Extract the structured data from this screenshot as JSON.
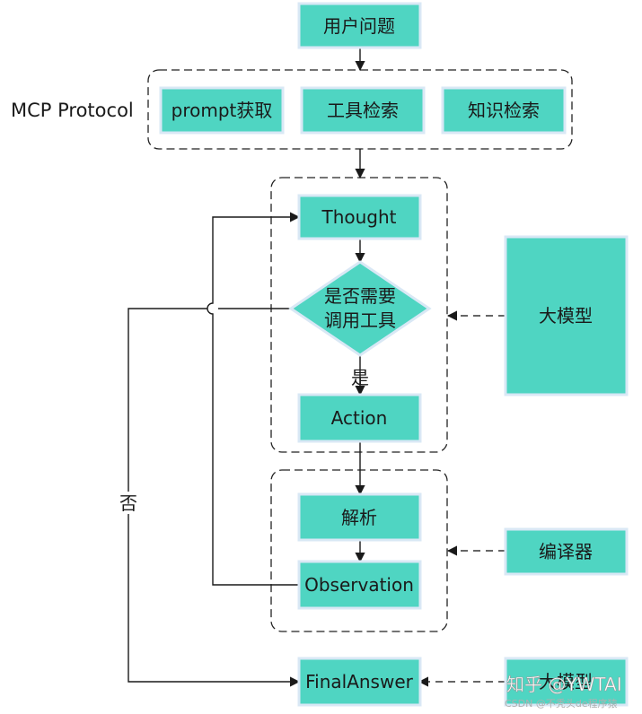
{
  "nodes": {
    "user_question": "用户问题",
    "prompt_fetch": "prompt获取",
    "tool_search": "工具检索",
    "knowledge_search": "知识检索",
    "thought": "Thought",
    "decision_line1": "是否需要",
    "decision_line2": "调用工具",
    "action": "Action",
    "parse": "解析",
    "observation": "Observation",
    "final_answer": "FinalAnswer",
    "llm": "大模型",
    "compiler": "编译器",
    "llm_bottom": "大模型"
  },
  "labels": {
    "mcp_protocol": "MCP Protocol",
    "yes": "是",
    "no": "否"
  },
  "watermark": {
    "main": "知乎 @YWTAI",
    "sub": "CSDN @不秃头de程序猿"
  },
  "colors": {
    "node_fill": "#4fd5c2",
    "node_border": "#d9e8f5",
    "line": "#1a1a1a"
  }
}
